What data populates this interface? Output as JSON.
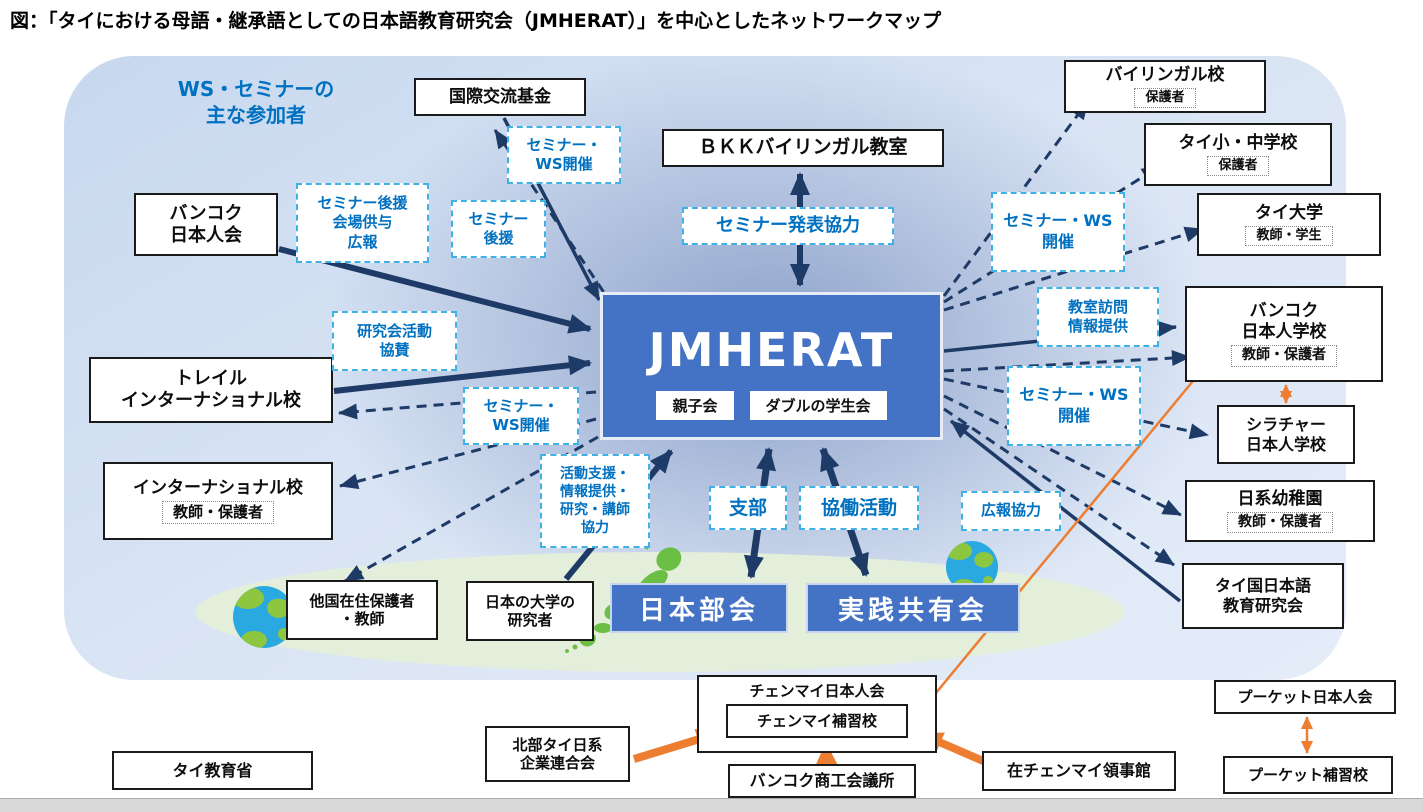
{
  "title": "図：「タイにおける母語・継承語としての日本語教育研究会（JMHERAT）」を中心としたネットワークマップ",
  "legend": {
    "lines": [
      "WS・セミナーの",
      "主な参加者"
    ]
  },
  "center": {
    "title": "JMHERAT",
    "groups": [
      "親子会",
      "ダブルの学生会"
    ]
  },
  "branches": {
    "japan": "日本部会",
    "practice": "実践共有会"
  },
  "nodes": {
    "kokusai": {
      "label": "国際交流基金"
    },
    "bangkok_assoc": {
      "lines": [
        "バンコク",
        "日本人会"
      ]
    },
    "trail": {
      "lines": [
        "トレイル",
        "インターナショナル校"
      ]
    },
    "international": {
      "label": "インターナショナル校",
      "sub": "教師・保護者"
    },
    "bkk_bilingual": {
      "label": "ＢＫＫバイリンガル教室"
    },
    "bilingual": {
      "label": "バイリンガル校",
      "sub": "保護者"
    },
    "thai_school": {
      "label": "タイ小・中学校",
      "sub": "保護者"
    },
    "thai_univ": {
      "label": "タイ大学",
      "sub": "教師・学生"
    },
    "bkk_school": {
      "lines": [
        "バンコク",
        "日本人学校"
      ],
      "sub": "教師・保護者"
    },
    "sriracha": {
      "lines": [
        "シラチャー",
        "日本人学校"
      ]
    },
    "kindergarten": {
      "label": "日系幼稚園",
      "sub": "教師・保護者"
    },
    "thai_jp_assoc": {
      "lines": [
        "タイ国日本語",
        "教育研究会"
      ]
    },
    "overseas": {
      "lines": [
        "他国在住保護者",
        "・教師"
      ]
    },
    "jp_univ": {
      "lines": [
        "日本の大学の",
        "研究者"
      ]
    },
    "chiangmai_assoc": {
      "label": "チェンマイ日本人会",
      "sub": "チェンマイ補習校"
    },
    "hokubu": {
      "lines": [
        "北部タイ日系",
        "企業連合会"
      ]
    },
    "chamber": {
      "label": "バンコク商工会議所"
    },
    "consulate": {
      "label": "在チェンマイ領事館"
    },
    "phuket_assoc": {
      "label": "プーケット日本人会"
    },
    "phuket_school": {
      "label": "プーケット補習校"
    },
    "moe": {
      "label": "タイ教育省"
    }
  },
  "labels": {
    "sem_ws_top": [
      "セミナー・",
      "WS開催"
    ],
    "sem_support3": [
      "セミナー後援",
      "会場供与",
      "広報"
    ],
    "sem_support": [
      "セミナー",
      "後援"
    ],
    "sem_presentation": [
      "セミナー発表協力"
    ],
    "activity_sponsor": [
      "研究会活動",
      "協賛"
    ],
    "sem_ws_left": [
      "セミナー・",
      "WS開催"
    ],
    "support4": [
      "活動支援・",
      "情報提供・",
      "研究・講師",
      "協力"
    ],
    "shibu": [
      "支部"
    ],
    "kyoudou": [
      "協働活動"
    ],
    "pr": [
      "広報協力"
    ],
    "sem_ws_r1": [
      "セミナー・WS",
      "開催"
    ],
    "class_visit": [
      "教室訪問",
      "情報提供"
    ],
    "sem_ws_r2": [
      "セミナー・WS",
      "開催"
    ]
  },
  "colors": {
    "navy_arrow": "#1e3a66",
    "center_blue": "#4472c4",
    "label_text_blue": "#0070c0",
    "dashed_border_blue": "#3eb1e6",
    "orange_arrow": "#ed7d31",
    "japan_green": "#6cbf45",
    "ellipse_green": "#e4efdb",
    "panel_blue": "#d9e4f4"
  }
}
